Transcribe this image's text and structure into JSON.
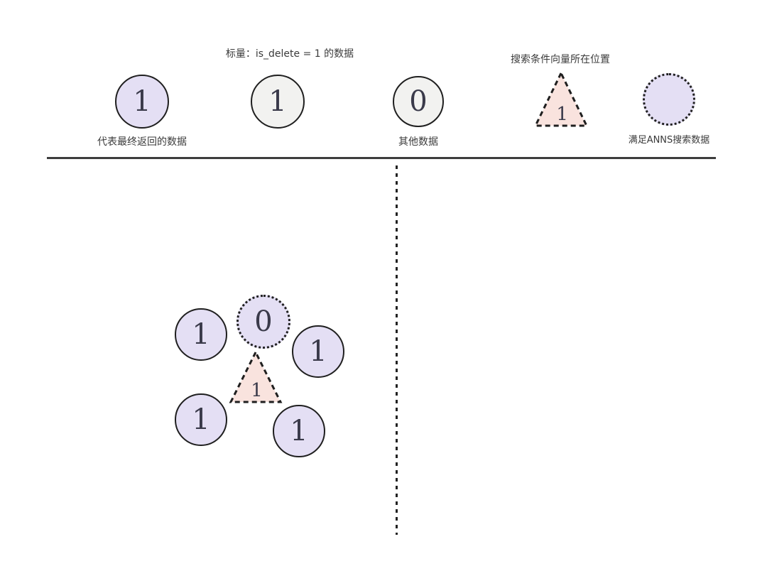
{
  "colors": {
    "background": "#ffffff",
    "lavender_fill": "#e4dff4",
    "gray_fill": "#f2f2f0",
    "pink_fill": "#f9e3de",
    "shape_stroke": "#1f1f1f",
    "digit_text": "#3a3a4a",
    "label_text": "#3b3b3b",
    "divider": "#3d3d3d"
  },
  "legend": {
    "scalar_label": "标量：is_delete = 1 的数据",
    "returned_data": {
      "value": "1",
      "label": "代表最终返回的数据"
    },
    "deleted_data": {
      "value": "1"
    },
    "other_data": {
      "value": "0",
      "label": "其他数据"
    },
    "query_vector": {
      "value": "1",
      "label": "搜索条件向量所在位置"
    },
    "anns_match": {
      "label": "满足ANNS搜索数据"
    }
  },
  "cluster": {
    "top_left_circle": {
      "value": "1"
    },
    "anns_circle": {
      "value": "0"
    },
    "right_circle": {
      "value": "1"
    },
    "query_triangle": {
      "value": "1"
    },
    "bottom_left_circle": {
      "value": "1"
    },
    "bottom_right_circle": {
      "value": "1"
    }
  }
}
